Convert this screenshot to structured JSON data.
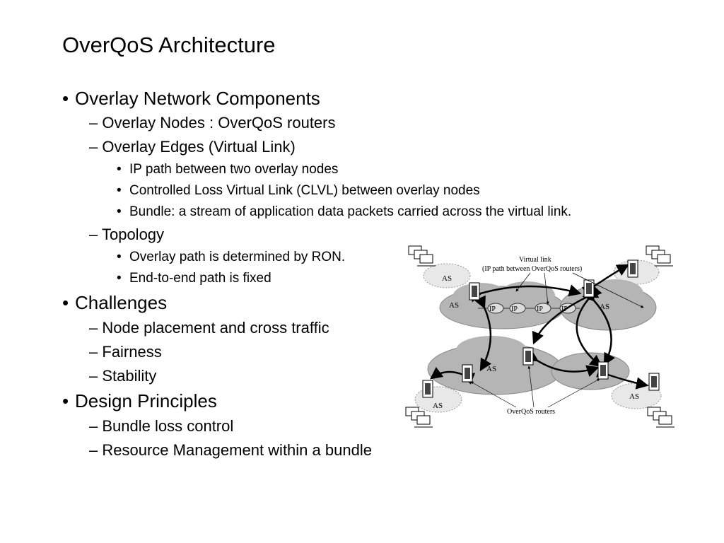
{
  "slide": {
    "title": "OverQoS Architecture",
    "items": [
      {
        "level": 1,
        "bullet": "•",
        "text": "Overlay Network Components"
      },
      {
        "level": 2,
        "bullet": "–",
        "text": "Overlay Nodes : OverQoS routers"
      },
      {
        "level": 2,
        "bullet": "–",
        "text": "Overlay Edges (Virtual Link)"
      },
      {
        "level": 3,
        "bullet": "•",
        "text": "IP path between two overlay nodes"
      },
      {
        "level": 3,
        "bullet": "•",
        "text": "Controlled Loss Virtual Link (CLVL) between overlay nodes"
      },
      {
        "level": 3,
        "bullet": "•",
        "text": "Bundle: a stream of application data packets carried across the virtual link."
      },
      {
        "level": 2,
        "bullet": "–",
        "text": "Topology"
      },
      {
        "level": 3,
        "bullet": "•",
        "text": "Overlay path is determined by RON."
      },
      {
        "level": 3,
        "bullet": "•",
        "text": "End-to-end path is fixed"
      },
      {
        "level": 1,
        "bullet": "•",
        "text": "Challenges"
      },
      {
        "level": 2,
        "bullet": "–",
        "text": "Node placement and cross traffic"
      },
      {
        "level": 2,
        "bullet": "–",
        "text": "Fairness"
      },
      {
        "level": 2,
        "bullet": "–",
        "text": "Stability"
      },
      {
        "level": 1,
        "bullet": "•",
        "text": "Design Principles"
      },
      {
        "level": 2,
        "bullet": "–",
        "text": "Bundle loss control"
      },
      {
        "level": 2,
        "bullet": "–",
        "text": "Resource Management  within a bundle"
      }
    ]
  },
  "diagram": {
    "virtual_link_label_1": "Virtual link",
    "virtual_link_label_2": "(IP path between OverQoS routers)",
    "routers_label": "OverQoS routers",
    "as_label": "AS",
    "ip_label": "IP"
  }
}
